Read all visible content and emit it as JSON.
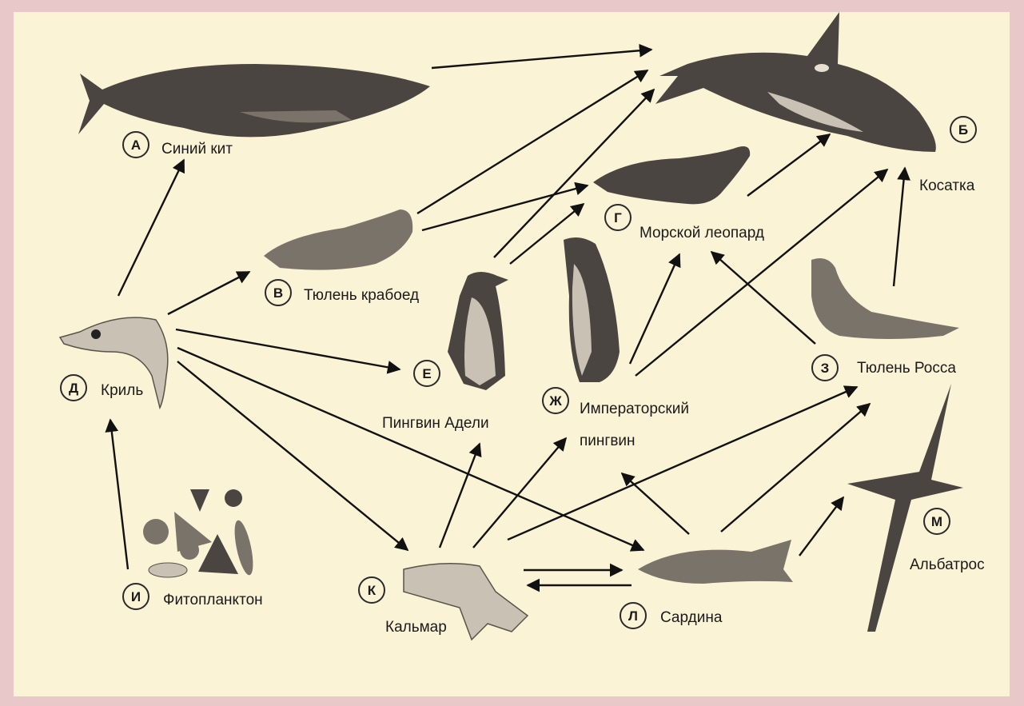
{
  "organisms": {
    "a": {
      "letter": "А",
      "name": "Синий кит"
    },
    "b": {
      "letter": "Б",
      "name": "Косатка"
    },
    "v": {
      "letter": "В",
      "name": "Тюлень крабоед"
    },
    "g": {
      "letter": "Г",
      "name": "Морской леопард"
    },
    "d": {
      "letter": "Д",
      "name": "Криль"
    },
    "e": {
      "letter": "Е",
      "name": "Пингвин Адели"
    },
    "zh": {
      "letter": "Ж",
      "name_line1": "Императорский",
      "name_line2": "пингвин"
    },
    "z": {
      "letter": "З",
      "name": "Тюлень Росса"
    },
    "i": {
      "letter": "И",
      "name": "Фитопланктон"
    },
    "k": {
      "letter": "К",
      "name": "Кальмар"
    },
    "l": {
      "letter": "Л",
      "name": "Сардина"
    },
    "m": {
      "letter": "М",
      "name": "Альбатрос"
    }
  },
  "colors": {
    "background": "#fbf3d6",
    "border": "#e8c8c8",
    "ink": "#111111"
  },
  "icons": [
    "blue-whale",
    "orca",
    "crabeater-seal",
    "leopard-seal",
    "krill",
    "adelie-penguin",
    "emperor-penguin",
    "ross-seal",
    "phytoplankton",
    "squid",
    "sardine",
    "albatross"
  ]
}
